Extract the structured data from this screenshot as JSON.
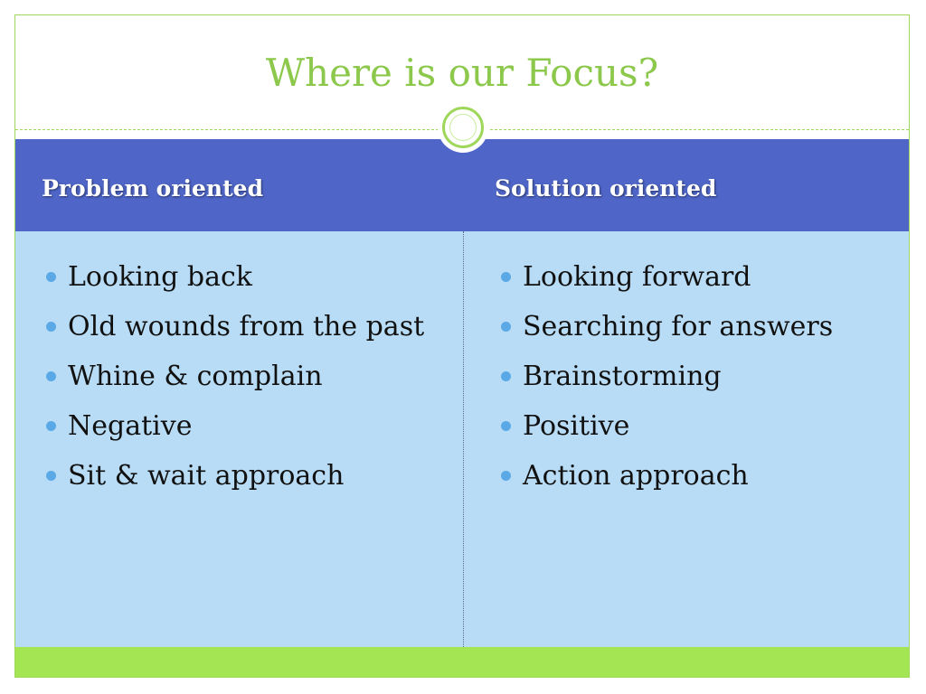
{
  "slide": {
    "title": "Where is our Focus?",
    "columns": [
      {
        "header": "Problem oriented",
        "items": [
          "Looking back",
          "Old wounds from the past",
          "Whine & complain",
          "Negative",
          "Sit & wait approach"
        ]
      },
      {
        "header": "Solution oriented",
        "items": [
          "Looking forward",
          "Searching for answers",
          "Brainstorming",
          "Positive",
          "Action approach"
        ]
      }
    ]
  },
  "colors": {
    "title": "#8cc84b",
    "header_bg": "#4f66c8",
    "body_bg": "#b8dcf5",
    "footer_bar": "#a3e553",
    "bullet": "#5aa9e6"
  }
}
